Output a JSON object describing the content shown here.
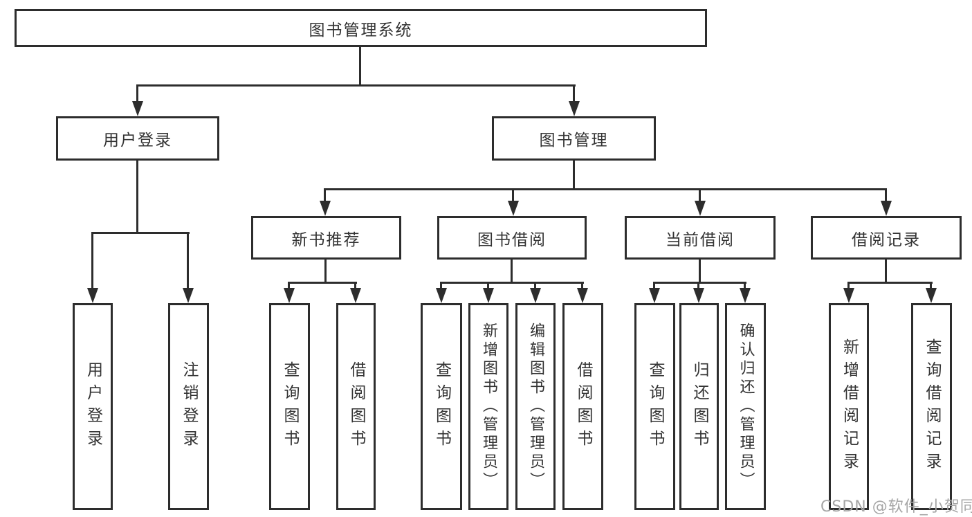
{
  "diagram": {
    "root_label": "图书管理系统",
    "user_branch": {
      "label": "用户登录",
      "children": [
        "用户登录",
        "注销登录"
      ]
    },
    "book_branch": {
      "label": "图书管理",
      "sections": [
        {
          "label": "新书推荐",
          "children": [
            "查询图书",
            "借阅图书"
          ]
        },
        {
          "label": "图书借阅",
          "children": [
            "查询图书",
            "新增图书（管理员）",
            "编辑图书（管理员）",
            "借阅图书"
          ]
        },
        {
          "label": "当前借阅",
          "children": [
            "查询图书",
            "归还图书",
            "确认归还（管理员）"
          ]
        },
        {
          "label": "借阅记录",
          "children": [
            "新增借阅记录",
            "查询借阅记录"
          ]
        }
      ]
    }
  },
  "watermark": "CSDN @软件_小贺同学",
  "colors": {
    "line": "#2d2d2d",
    "text": "#333333",
    "watermark": "#a6a6a6",
    "background": "#ffffff"
  }
}
